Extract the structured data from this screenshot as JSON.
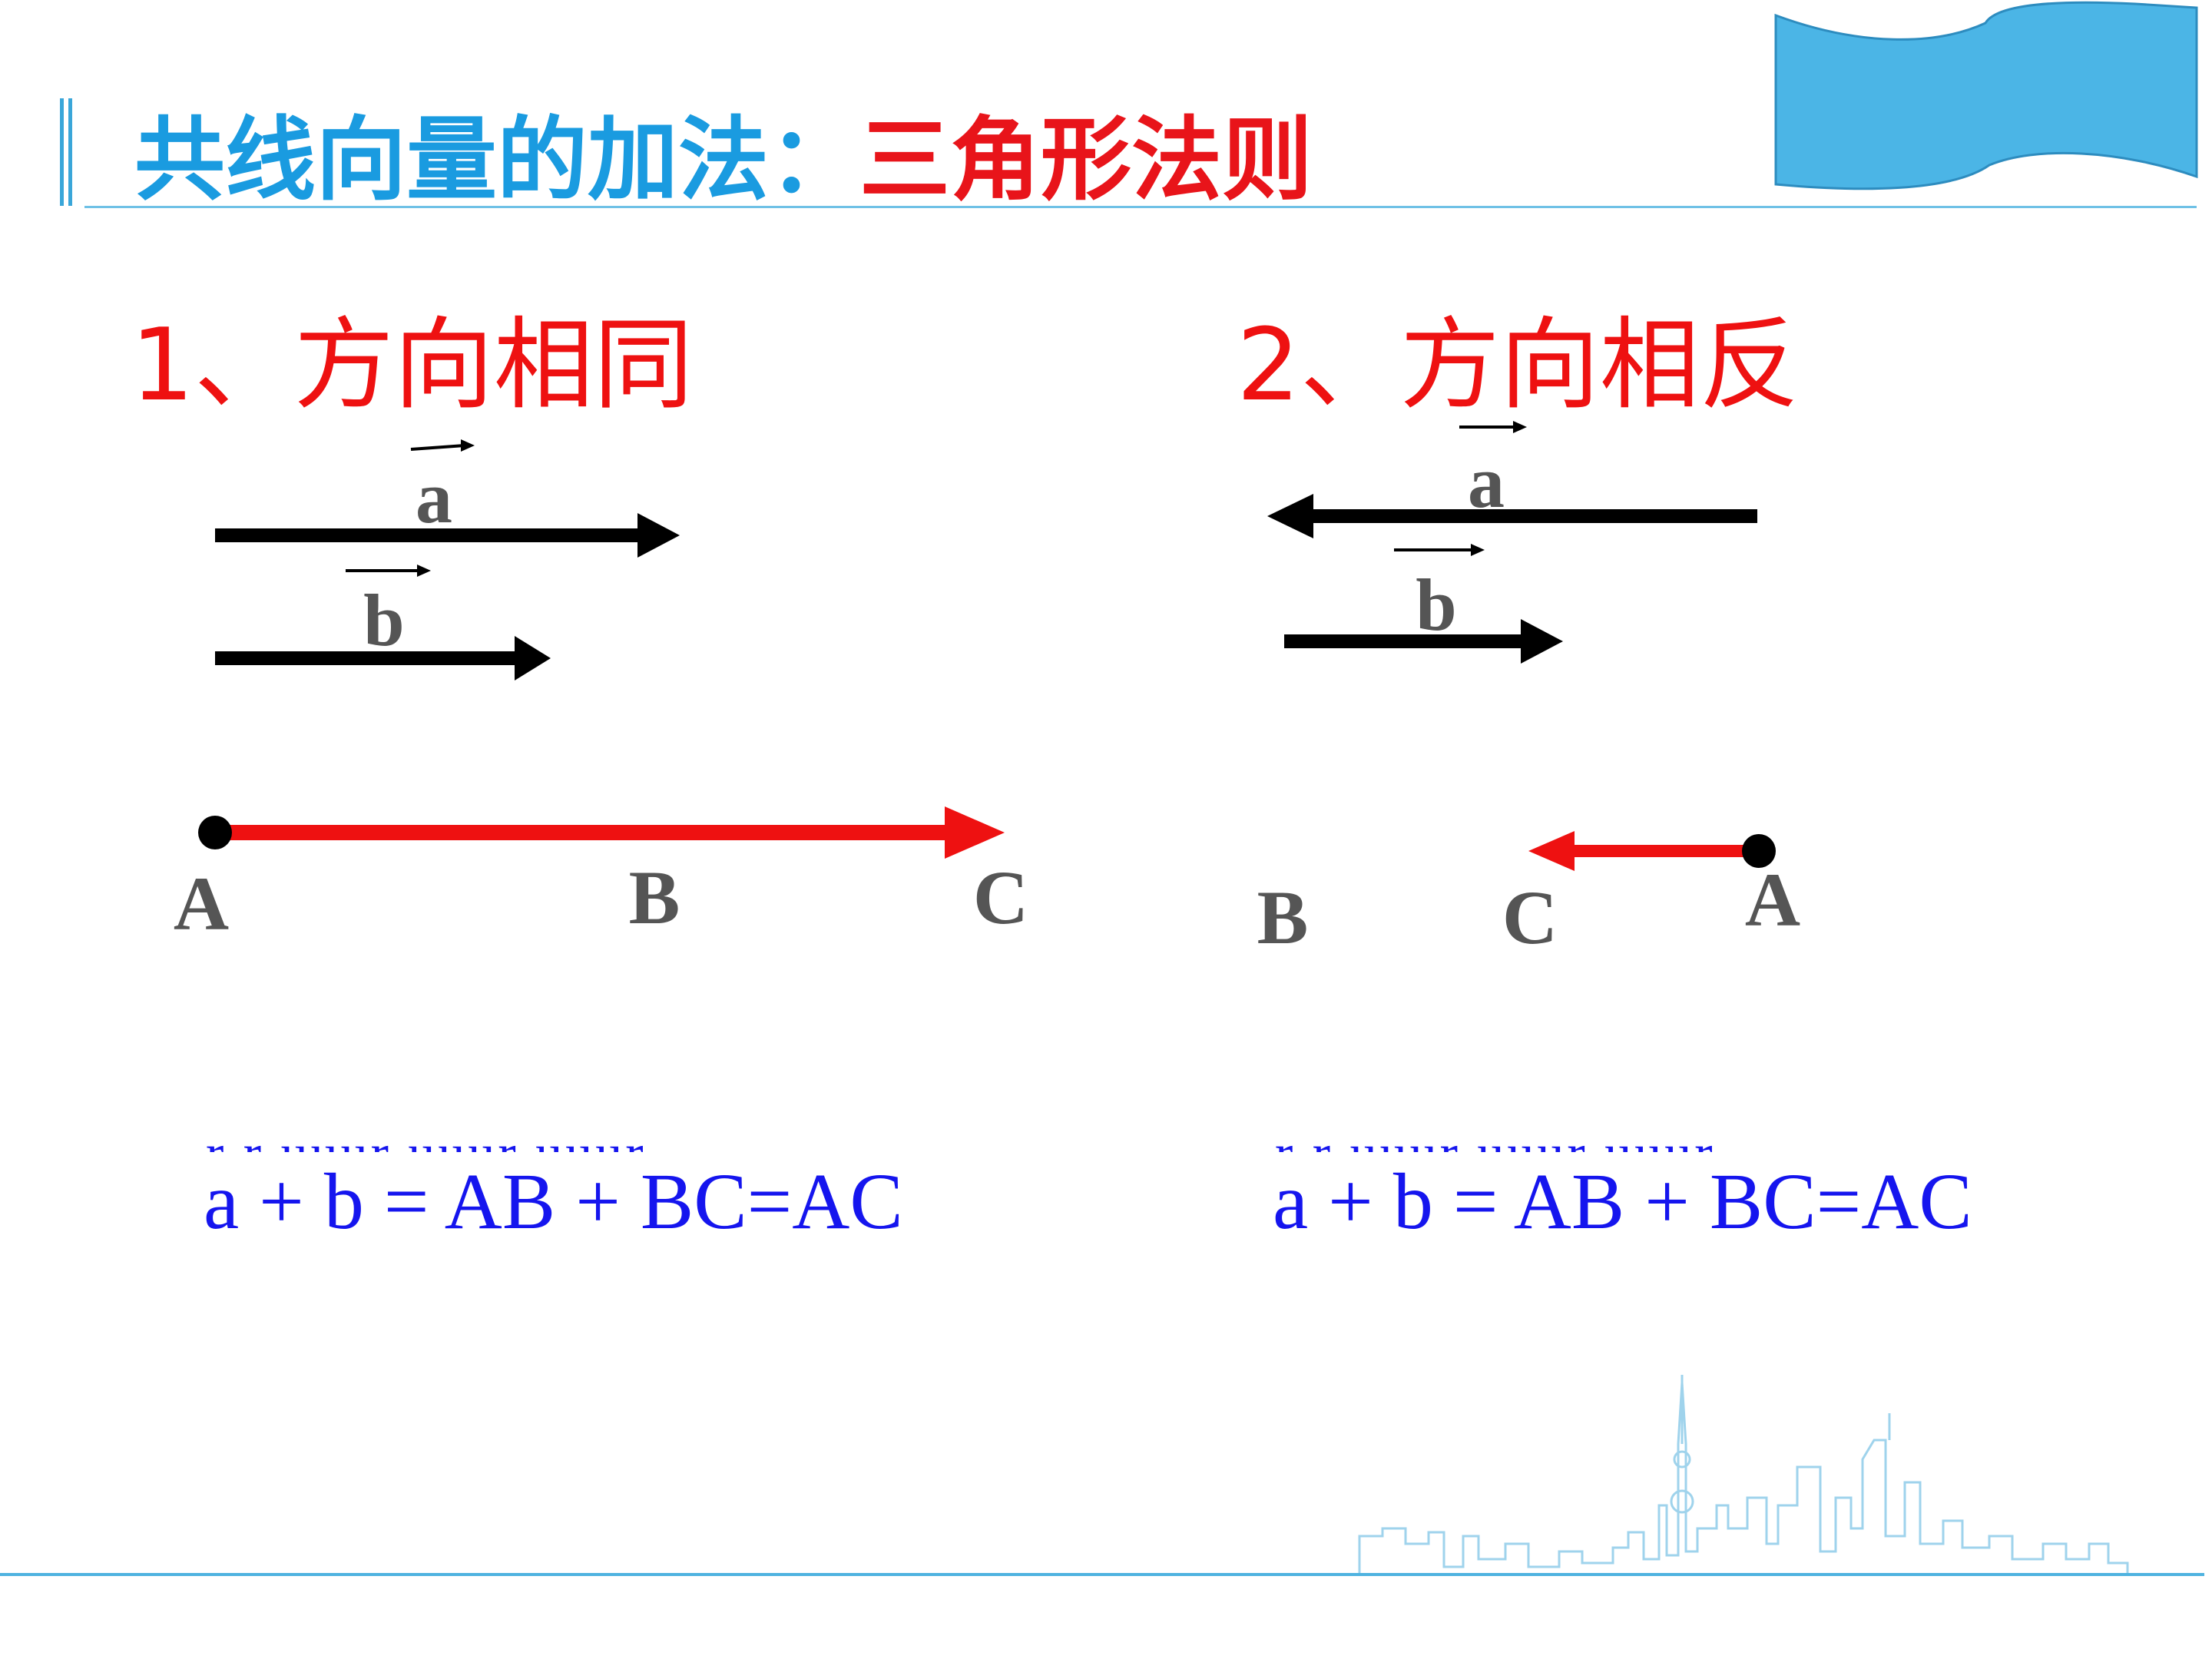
{
  "title": {
    "part1": "共线向量的加法：",
    "part2": "三角形法则"
  },
  "left": {
    "heading": "1、方向相同",
    "vec_a": "a",
    "vec_b": "b",
    "point_a": "A",
    "point_b": "B",
    "point_c": "C",
    "formula_top": "r r uuur uuur uuur",
    "formula": "a + b = AB + BC=AC"
  },
  "right": {
    "heading": "2、方向相反",
    "vec_a": "a",
    "vec_b": "b",
    "point_a": "A",
    "point_b": "B",
    "point_c": "C",
    "formula_top": "r r uuur uuur uuur",
    "formula": "a + b = AB + BC=AC"
  },
  "colors": {
    "title_blue": "#1a9be0",
    "accent_red": "#e8141a",
    "formula_blue": "#1515ee",
    "banner_blue": "#4bb5e6"
  }
}
